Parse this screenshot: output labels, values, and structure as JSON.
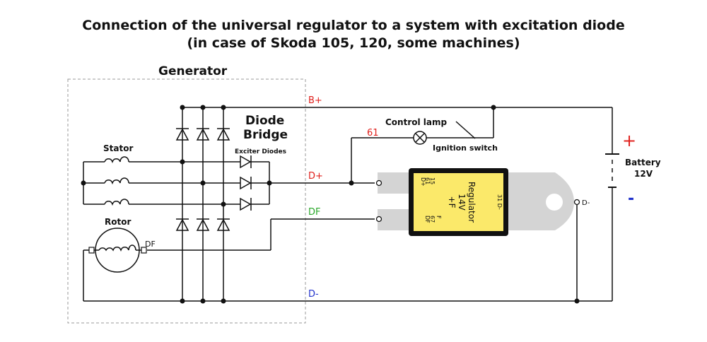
{
  "title": {
    "line1": "Connection of the universal regulator to a system with excitation diode",
    "line2": "(in case of Skoda 105, 120, some machines)"
  },
  "labels": {
    "generator": "Generator",
    "diode_bridge_1": "Diode",
    "diode_bridge_2": "Bridge",
    "exciter_diodes": "Exciter Diodes",
    "stator": "Stator",
    "rotor": "Rotor",
    "rotor_df": "DF",
    "control_lamp": "Control lamp",
    "ignition_switch": "Ignition switch",
    "battery_1": "Battery",
    "battery_2": "12V",
    "plus": "+",
    "minus": "-",
    "wire_61": "61",
    "terminal_bplus": "B+",
    "terminal_dplus": "D+",
    "terminal_df": "DF",
    "terminal_dminus": "D-",
    "regulator_dminus": "D-"
  },
  "regulator": {
    "name": "Regulator",
    "voltage": "14V",
    "type": "+F",
    "pin_dplus": "D+",
    "pin_61": "61",
    "pin_15": "15",
    "pin_31": "31 D-",
    "pin_f": "F",
    "pin_67": "67",
    "pin_df": "DF"
  },
  "colors": {
    "bplus": "#e0201c",
    "wire61": "#e0201c",
    "dplus": "#e0201c",
    "df": "#2aa82a",
    "dminus": "#2233cc",
    "battery_plus": "#e0201c",
    "battery_minus": "#2233cc",
    "regulator_body": "#fbe96a"
  }
}
